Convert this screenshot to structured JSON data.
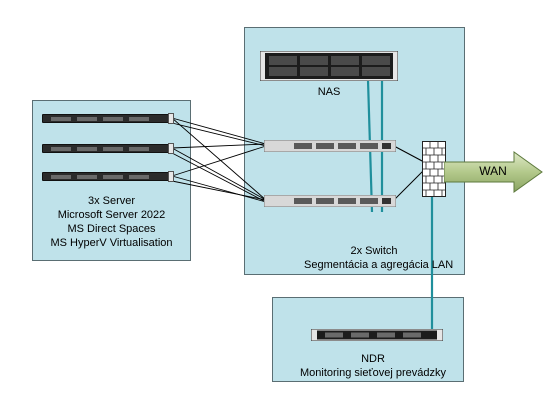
{
  "server_zone": {
    "lines": [
      "3x Server",
      "Microsoft Server 2022",
      "MS Direct Spaces",
      "MS HyperV Virtualisation"
    ]
  },
  "core_zone": {
    "nas_label": "NAS",
    "switch_lines": [
      "2x Switch",
      "Segmentácia a agregácia LAN"
    ]
  },
  "ndr_zone": {
    "lines": [
      "NDR",
      "Monitoring sieťovej prevádzky"
    ]
  },
  "wan": {
    "label": "WAN"
  },
  "colors": {
    "zone_fill": "#bfe2ea",
    "link_black": "#000000",
    "link_teal": "#1f8f9c"
  }
}
